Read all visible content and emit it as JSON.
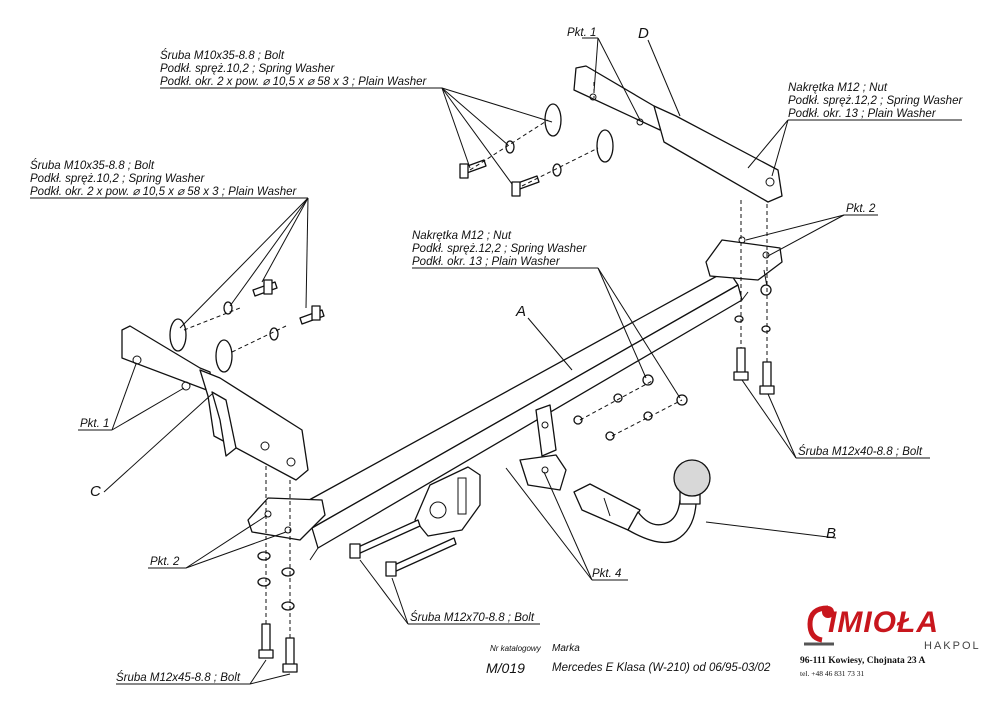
{
  "labels": {
    "bolt_top": [
      "Śruba M10x35-8.8 ;  Bolt",
      "Podkł. spręż.10,2 ; Spring Washer",
      "Podkł. okr. 2 x pow. ⌀ 10,5 x ⌀ 58 x 3 ; Plain Washer"
    ],
    "bolt_left": [
      "Śruba M10x35-8.8 ;  Bolt",
      "Podkł. spręż.10,2 ; Spring Washer",
      "Podkł. okr. 2 x pow. ⌀ 10,5 x ⌀ 58 x 3 ; Plain Washer"
    ],
    "nut_right": [
      "Nakrętka  M12 ; Nut",
      "Podkł. spręż.12,2 ; Spring Washer",
      "Podkł. okr. 13 ; Plain Washer"
    ],
    "nut_center": [
      "Nakrętka  M12 ; Nut",
      "Podkł. spręż.12,2 ; Spring Washer",
      "Podkł. okr. 13 ; Plain Washer"
    ],
    "pkt1_top": "Pkt. 1",
    "pkt1_left": "Pkt. 1",
    "pkt2_right": "Pkt. 2",
    "pkt2_left": "Pkt. 2",
    "pkt4": "Pkt. 4",
    "letter_a": "A",
    "letter_b": "B",
    "letter_c": "C",
    "letter_d": "D",
    "bolt_m12x40": "Śruba M12x40-8.8 ;  Bolt",
    "bolt_m12x70": "Śruba M12x70-8.8 ;  Bolt",
    "bolt_m12x45": "Śruba M12x45-8.8 ;  Bolt"
  },
  "footer": {
    "catalog_label": "Nr katalogowy",
    "catalog_value": "M/019",
    "make_label": "Marka",
    "make_value": "Mercedes E Klasa (W-210)   od  06/95-03/02"
  },
  "brand": {
    "name": "IMIOŁA",
    "sub": "HAKPOL",
    "address": "96-111 Kowiesy, Chojnata 23 A",
    "phone": "tel. +48 46 831 73 31",
    "accent_color": "#c8161d"
  }
}
